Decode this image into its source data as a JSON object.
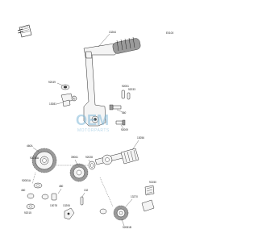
{
  "diagram_code": "E0100",
  "watermark": {
    "line1": "OEM",
    "line2": "MOTORPARTS"
  },
  "callouts": {
    "kick_pedal": "13264",
    "spring_pin_top": "92049",
    "collar": "13081",
    "washer_left": "92051",
    "spring_pin_small": "92033",
    "bolt_a": "460",
    "bolt_b": "92009",
    "shaft": "13056",
    "gear_large": "460A",
    "washer_a": "92015A",
    "washer_b": "92028",
    "ratchet_gear": "39061",
    "spring_left": "92081A",
    "circlip_left": "460",
    "collar_left": "92015",
    "spring_right": "92150",
    "circlip_mid": "132",
    "holder": "13206",
    "guide": "13078",
    "ratchet": "13270",
    "shim_low": "92081B",
    "shim_left_low": "480"
  },
  "colors": {
    "line": "#2a2a2a",
    "watermark": "#7fb8d8",
    "badge": "#e6e6e6"
  }
}
